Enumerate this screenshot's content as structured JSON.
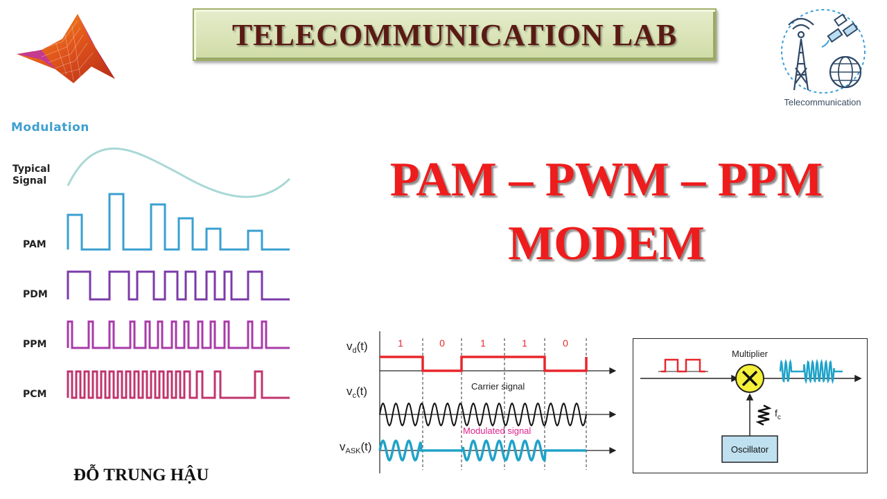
{
  "banner": {
    "title": "TELECOMMUNICATION LAB"
  },
  "logos": {
    "left": {
      "icon": "matlab-membrane-logo"
    },
    "right": {
      "icon": "telecom-tower-satellite-globe-icon",
      "label": "Telecommunication"
    }
  },
  "modulation": {
    "title": "Modulation",
    "labels": {
      "typical_line1": "Typical",
      "typical_line2": "Signal",
      "pam": "PAM",
      "pdm": "PDM",
      "ppm": "PPM",
      "pcm": "PCM"
    },
    "colors": {
      "typical": "#a8d8d6",
      "pam": "#3a9fd0",
      "pdm": "#7b3aa8",
      "ppm": "#a83aa8",
      "pcm": "#c0356e"
    }
  },
  "main_title": {
    "line1": "PAM – PWM – PPM",
    "line2": "MODEM"
  },
  "author": "ĐỖ TRUNG HẬU",
  "ask_figure": {
    "bits": [
      "1",
      "0",
      "1",
      "1",
      "0"
    ],
    "vd_label": "v",
    "vd_sub": "d",
    "vd_tail": "(t)",
    "vc_label": "v",
    "vc_sub": "c",
    "vc_tail": "(t)",
    "vask_label": "v",
    "vask_sub": "ASK",
    "vask_tail": "(t)",
    "carrier_label": "Carrier signal",
    "modulated_label": "Modulated signal",
    "colors": {
      "data": "#e8262b",
      "carrier": "#111111",
      "modulated": "#1fa3c9",
      "bits": "#e8262b",
      "mod_label": "#e0218a"
    }
  },
  "block_figure": {
    "multiplier_label": "Multiplier",
    "oscillator_label": "Oscillator",
    "fc_label": "f",
    "fc_sub": "c",
    "colors": {
      "multiplier_fill": "#f5f03a",
      "oscillator_fill": "#bfe0ef",
      "input": "#e8262b",
      "output": "#1fa3c9"
    }
  }
}
